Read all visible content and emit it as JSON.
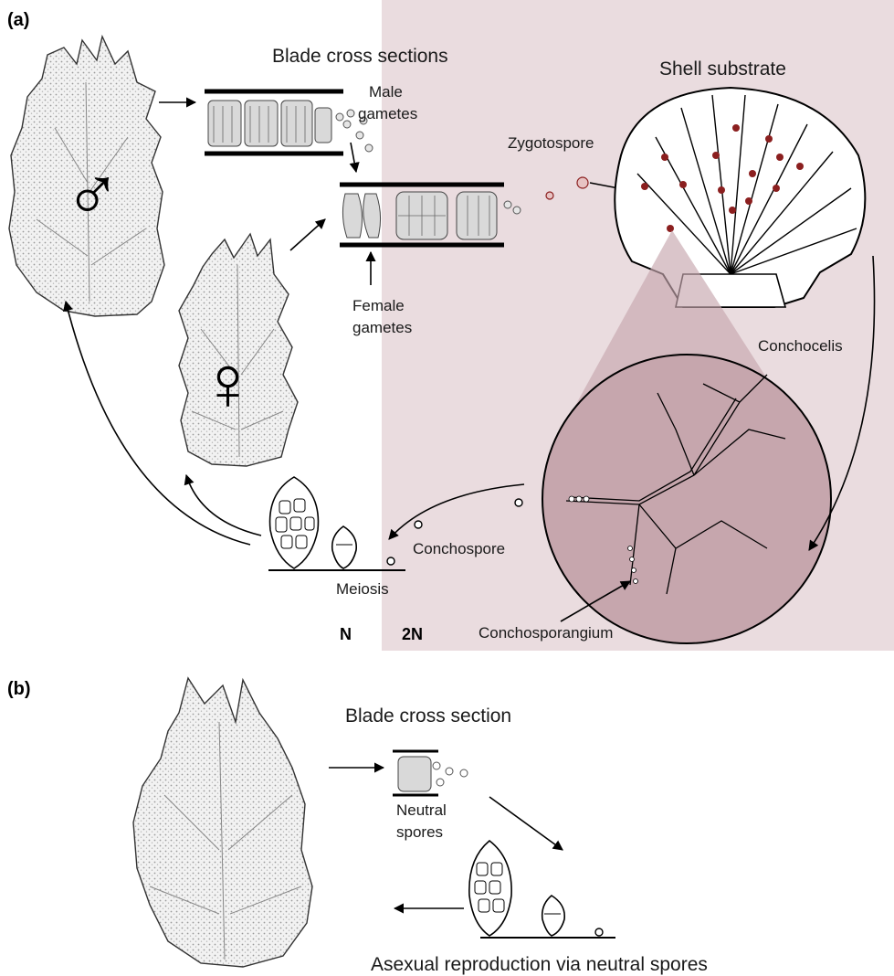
{
  "panel_a": {
    "letter": "(a)",
    "blade_cross_sections": "Blade cross sections",
    "male_gametes": [
      "Male",
      "gametes"
    ],
    "female_gametes": [
      "Female",
      "gametes"
    ],
    "zygotospore": "Zygotospore",
    "shell_substrate": "Shell substrate",
    "conchocelis": "Conchocelis",
    "conchospore": "Conchospore",
    "conchosporangium": "Conchosporangium",
    "meiosis": "Meiosis",
    "ploidy_haploid": "N",
    "ploidy_diploid": "2N",
    "male_symbol": "♂",
    "female_symbol": "♀"
  },
  "panel_b": {
    "letter": "(b)",
    "blade_cross_section": "Blade cross section",
    "neutral_spores": [
      "Neutral",
      "spores"
    ],
    "caption": "Asexual reproduction via neutral spores"
  },
  "colors": {
    "diploid_background": "#eadcdf",
    "microscope_circle": "#c6a6ad",
    "spore_red": "#8b1f1f"
  }
}
